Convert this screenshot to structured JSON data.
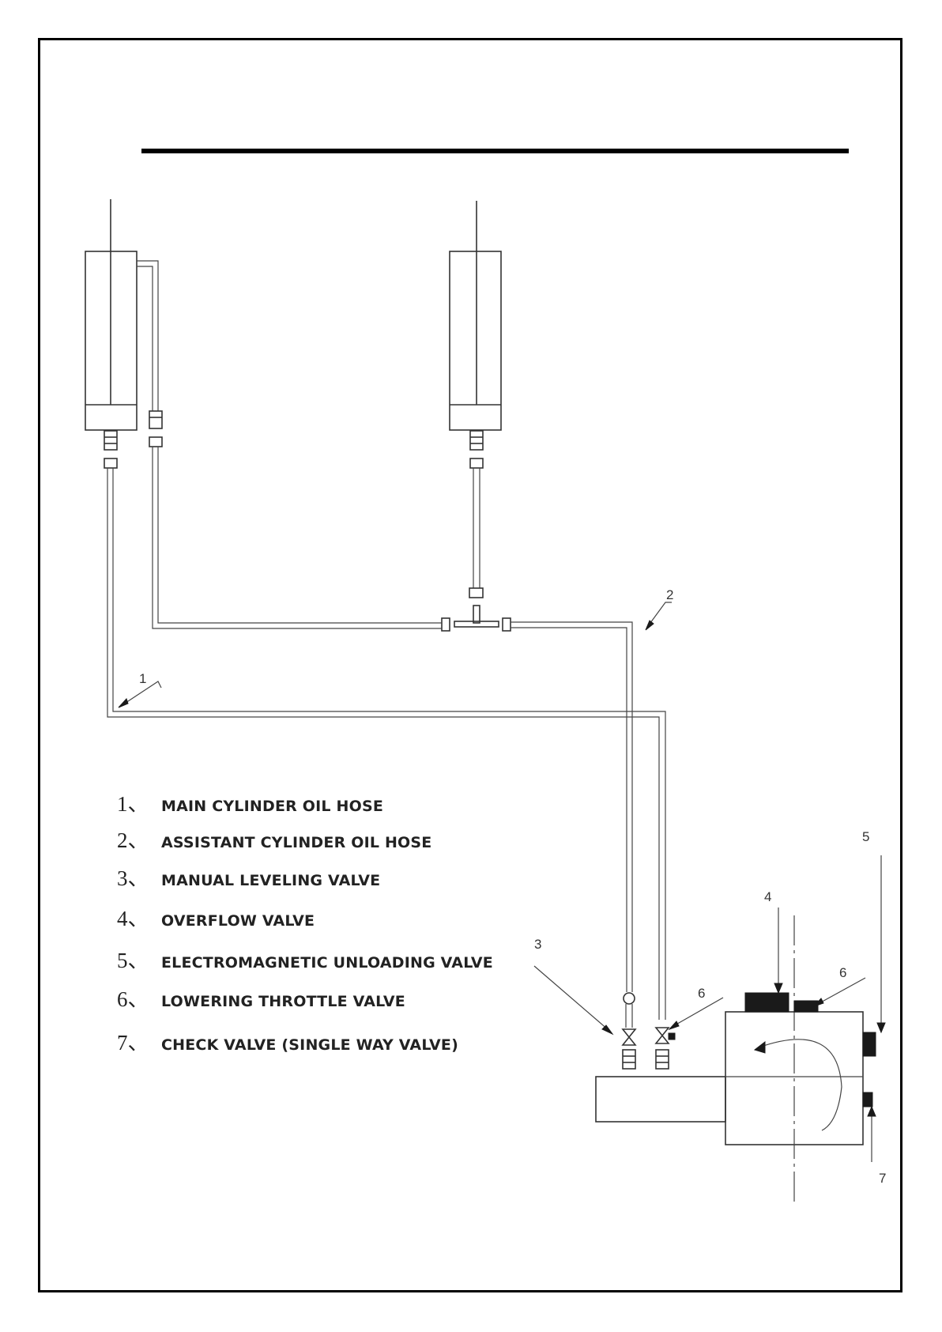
{
  "legend": [
    {
      "num": "1、",
      "label": "MAIN CYLINDER OIL HOSE"
    },
    {
      "num": "2、",
      "label": "ASSISTANT CYLINDER OIL HOSE"
    },
    {
      "num": "3、",
      "label": "MANUAL LEVELING VALVE"
    },
    {
      "num": "4、",
      "label": "OVERFLOW VALVE"
    },
    {
      "num": "5、",
      "label": "ELECTROMAGNETIC UNLOADING VALVE"
    },
    {
      "num": "6、",
      "label": "LOWERING THROTTLE VALVE"
    },
    {
      "num": "7、",
      "label": "CHECK VALVE (SINGLE WAY VALVE)"
    }
  ],
  "callouts": {
    "c1": "1",
    "c2": "2",
    "c3": "3",
    "c4": "4",
    "c5": "5",
    "c6a": "6",
    "c6b": "6",
    "c7": "7"
  },
  "colors": {
    "ink": "#333333",
    "frame": "#000000"
  }
}
